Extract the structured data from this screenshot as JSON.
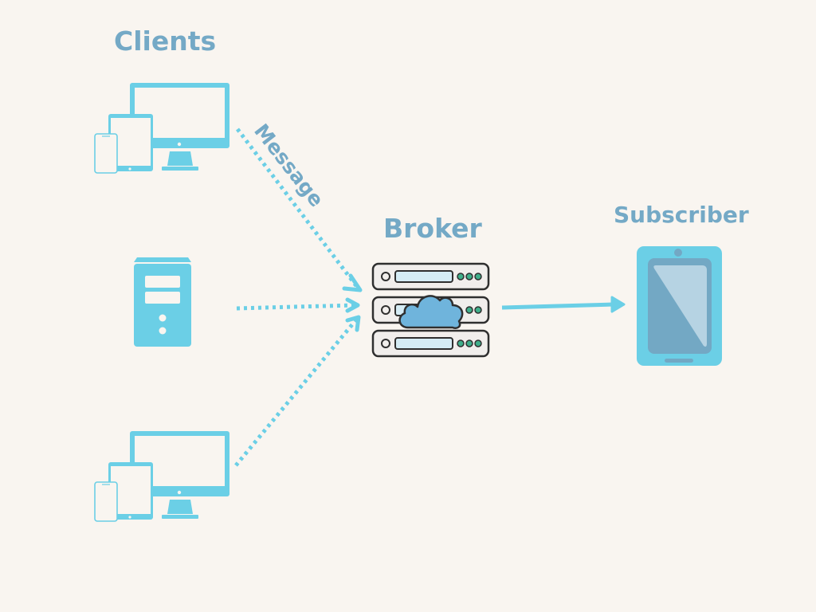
{
  "diagram": {
    "title": "Publish/Subscribe messaging",
    "nodes": {
      "clients": {
        "label": "Clients",
        "members": [
          "client-devices-1",
          "client-server",
          "client-devices-2"
        ]
      },
      "broker": {
        "label": "Broker"
      },
      "subscriber": {
        "label": "Subscriber"
      }
    },
    "edges": [
      {
        "from": "client-devices-1",
        "to": "broker",
        "style": "dotted",
        "label": "Message"
      },
      {
        "from": "client-server",
        "to": "broker",
        "style": "dotted",
        "label": ""
      },
      {
        "from": "client-devices-2",
        "to": "broker",
        "style": "dotted",
        "label": ""
      },
      {
        "from": "broker",
        "to": "subscriber",
        "style": "solid",
        "label": ""
      }
    ],
    "colors": {
      "background": "#f9f5f0",
      "label": "#74a9c6",
      "icon": "#6bcfe6",
      "broker_cloud": "#6fb4dc",
      "broker_led": "#3fae8a",
      "phone_screen": "#73a8c4",
      "phone_glare": "#b6d3e3"
    }
  }
}
